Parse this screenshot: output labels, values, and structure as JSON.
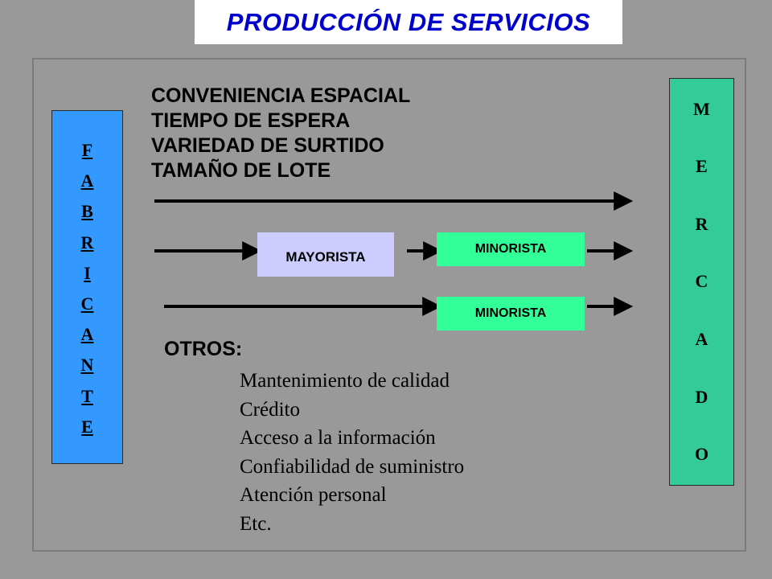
{
  "title": "PRODUCCIÓN DE SERVICIOS",
  "fabricante_letters": [
    "F",
    "A",
    "B",
    "R",
    "I",
    "C",
    "A",
    "N",
    "T",
    "E"
  ],
  "mercado_letters": [
    "M",
    "E",
    "R",
    "C",
    "A",
    "D",
    "O"
  ],
  "features": [
    "CONVENIENCIA ESPACIAL",
    "TIEMPO DE ESPERA",
    "VARIEDAD DE SURTIDO",
    "TAMAÑO DE LOTE"
  ],
  "mayorista": "MAYORISTA",
  "minorista_top": "MINORISTA",
  "minorista_bottom": "MINORISTA",
  "otros": {
    "title": "OTROS:",
    "items": [
      "Mantenimiento de calidad",
      "Crédito",
      "Acceso a la información",
      "Confiabilidad de suministro",
      "Atención personal",
      "Etc."
    ]
  },
  "colors": {
    "background": "#999999",
    "title_text": "#0000cc",
    "fabricante": "#3399ff",
    "mercado": "#33cc99",
    "mayorista": "#ccccff",
    "minorista": "#33ff99"
  }
}
